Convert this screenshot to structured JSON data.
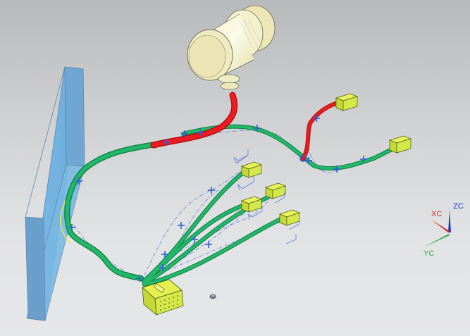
{
  "viewport": {
    "type": "3D CAD graphics window",
    "background_top": "#b8b9bb",
    "background_bottom": "#e6e7e9"
  },
  "model": {
    "description": "Wire harness assembly",
    "components": [
      {
        "name": "mounting-panel",
        "color": "#7ab8e6"
      },
      {
        "name": "circular-connector",
        "color": "#f2eec0"
      },
      {
        "name": "main-connector-block",
        "color": "#d4e84a"
      },
      {
        "name": "terminal-connector",
        "count": 6,
        "color": "#d4e84a"
      },
      {
        "name": "grommet",
        "color": "#6c6f78"
      }
    ],
    "wire_colors": {
      "bundle": "#1fae62",
      "highlighted": "#e8171c",
      "marker": "#2f5fd6",
      "guide": "#e8e84a"
    }
  },
  "triad": {
    "x_label": "XC",
    "y_label": "YC",
    "z_label": "ZC",
    "x_color": "#d9302c",
    "y_color": "#2aa83a",
    "z_color": "#1c33c8"
  }
}
